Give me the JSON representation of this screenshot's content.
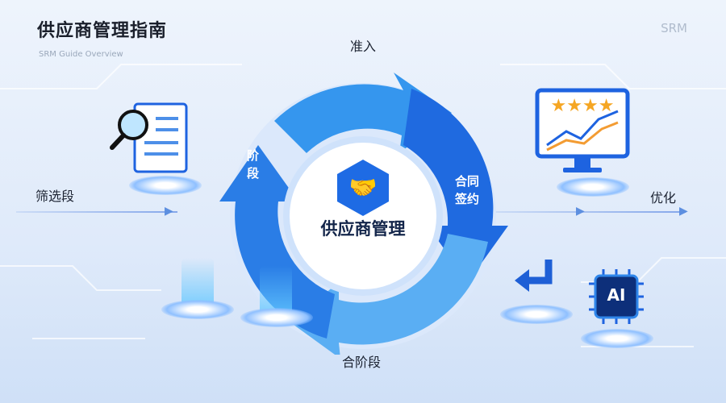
{
  "header": {
    "title": "供应商管理指南",
    "subtitle": "SRM Guide Overview",
    "badge": "SRM"
  },
  "cycle": {
    "center_label": "供应商管理",
    "stages": [
      {
        "label": "准入"
      },
      {
        "label_line1": "合同",
        "label_line2": "签约"
      },
      {
        "label": "合阶段"
      },
      {
        "label_line1": "阶",
        "label_line2": "段"
      }
    ]
  },
  "flow": {
    "left_label": "筛选段",
    "right_label": "优化"
  },
  "icons": {
    "rating_stars": 4,
    "chip_label": "AI"
  },
  "colors": {
    "accent": "#1e63e0",
    "light": "#4da6f5",
    "mid": "#2f86ea"
  }
}
